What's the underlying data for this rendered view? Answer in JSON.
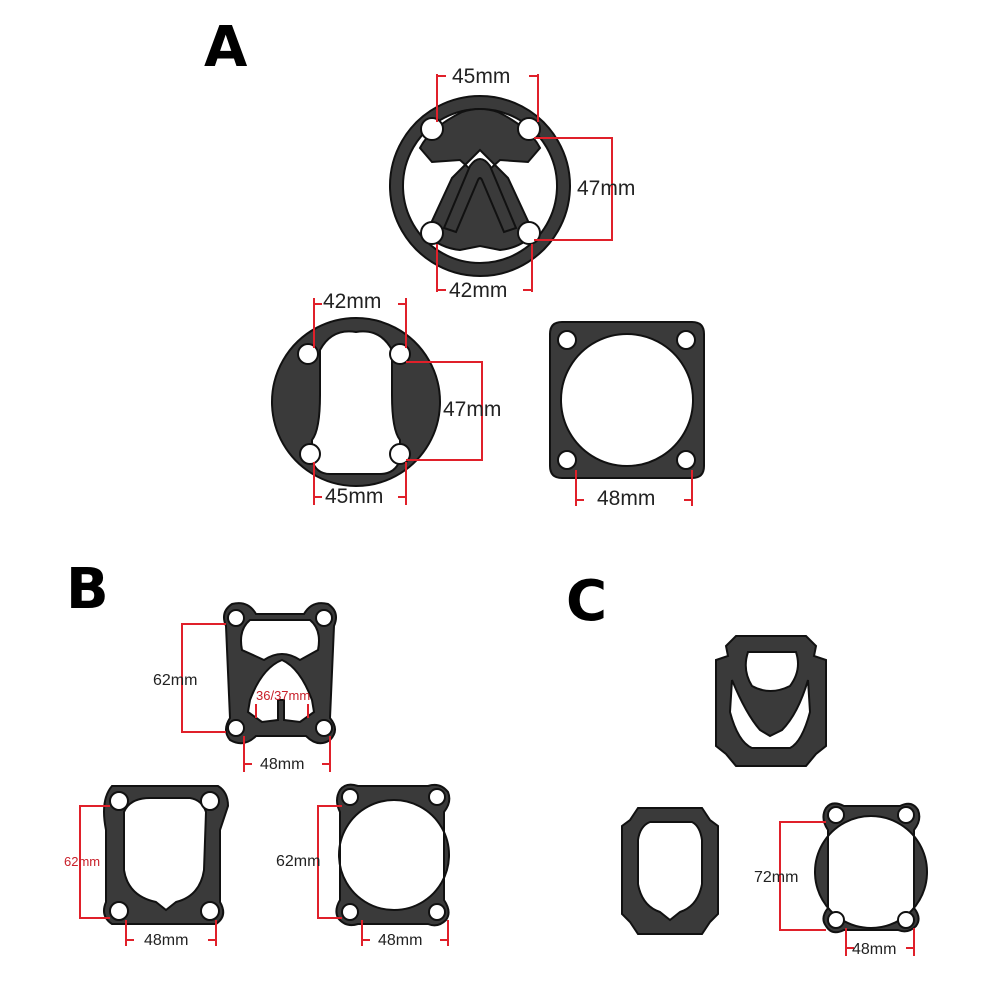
{
  "sections": [
    {
      "label": "A",
      "parts": [
        {
          "dims": [
            "45mm",
            "47mm",
            "42mm"
          ]
        },
        {
          "dims": [
            "42mm",
            "47mm",
            "45mm"
          ]
        },
        {
          "dims": [
            "48mm"
          ]
        }
      ]
    },
    {
      "label": "B",
      "parts": [
        {
          "dims": [
            "62mm",
            "36/37mm",
            "48mm"
          ]
        },
        {
          "dims": [
            "62mm",
            "48mm"
          ]
        },
        {
          "dims": [
            "62mm",
            "48mm"
          ]
        }
      ]
    },
    {
      "label": "C",
      "parts": [
        {
          "dims": []
        },
        {
          "dims": []
        },
        {
          "dims": [
            "72mm",
            "48mm"
          ]
        }
      ]
    }
  ],
  "colors": {
    "gasket": "#3a3a3a",
    "dimension_line": "#e0202a",
    "text": "#222222",
    "background": "#ffffff"
  }
}
